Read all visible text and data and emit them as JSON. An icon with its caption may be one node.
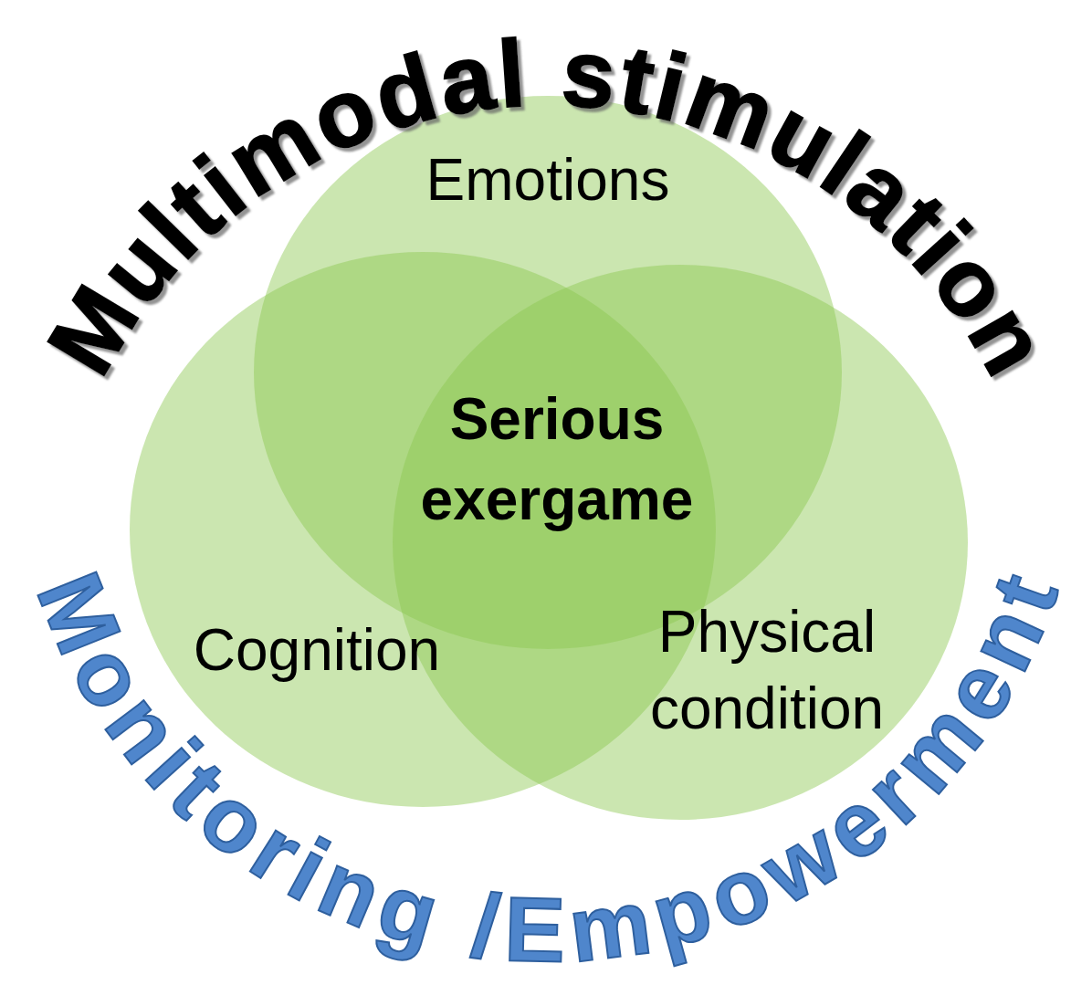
{
  "diagram": {
    "nodes": [
      {
        "text": [
          "Emotions"
        ]
      },
      {
        "text": [
          "Cognition"
        ]
      },
      {
        "text": [
          "Physical condition"
        ]
      }
    ],
    "labels": [
      "Multimodal stimulation",
      "Serious exergame",
      "Monitoring /Empowerment"
    ]
  }
}
